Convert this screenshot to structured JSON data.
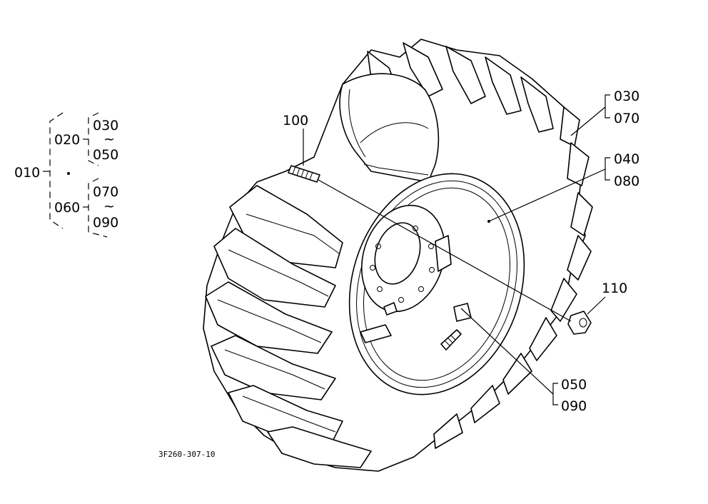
{
  "figure_code": "3F260-307-10",
  "tree": {
    "root": "010",
    "groups": [
      {
        "id": "020",
        "from": "030",
        "tilde": "~",
        "to": "050"
      },
      {
        "id": "060",
        "from": "070",
        "tilde": "~",
        "to": "090"
      }
    ]
  },
  "callouts": [
    {
      "key": "c100",
      "labels": [
        "100"
      ]
    },
    {
      "key": "c030",
      "labels": [
        "030",
        "070"
      ]
    },
    {
      "key": "c040",
      "labels": [
        "040",
        "080"
      ]
    },
    {
      "key": "c110",
      "labels": [
        "110"
      ]
    },
    {
      "key": "c050",
      "labels": [
        "050",
        "090"
      ]
    }
  ]
}
